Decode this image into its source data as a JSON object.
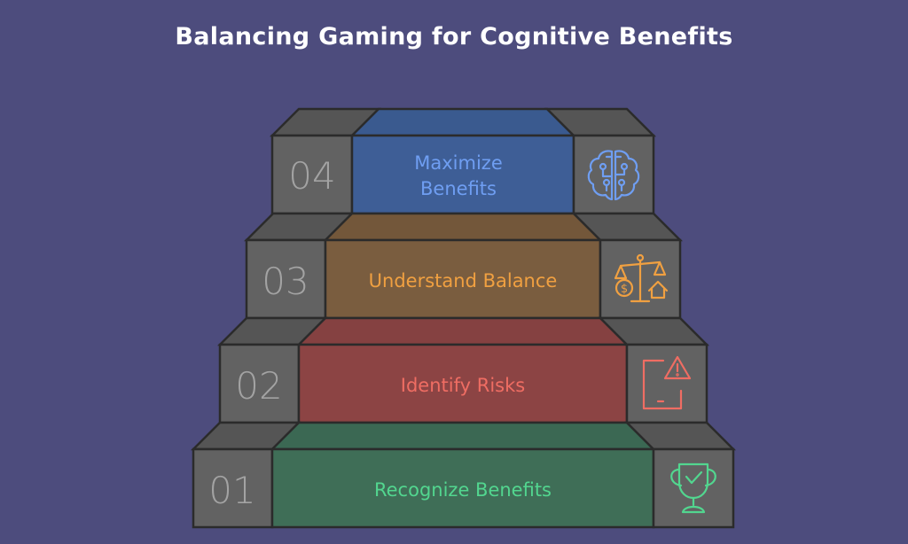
{
  "title": "Balancing Gaming for Cognitive Benefits",
  "colors": {
    "background": "#4d4c7d",
    "block_gray": "#626262",
    "block_top": "#5a5a5a",
    "outline": "#2b2b2b"
  },
  "steps": [
    {
      "number": "04",
      "label_lines": [
        "Maximize",
        "Benefits"
      ],
      "icon": "brain-circuit-icon",
      "fill": "#3e5e96",
      "top_fill": "#3a5a8f",
      "text_color": "#6f9ef2"
    },
    {
      "number": "03",
      "label_lines": [
        "Understand Balance"
      ],
      "icon": "balance-scale-icon",
      "fill": "#7a5d3f",
      "top_fill": "#73573a",
      "text_color": "#f0a041"
    },
    {
      "number": "02",
      "label_lines": [
        "Identify Risks"
      ],
      "icon": "tablet-warning-icon",
      "fill": "#8c4444",
      "top_fill": "#854141",
      "text_color": "#ef6d63"
    },
    {
      "number": "01",
      "label_lines": [
        "Recognize Benefits"
      ],
      "icon": "trophy-icon",
      "fill": "#3f6e57",
      "top_fill": "#3b6853",
      "text_color": "#52d68f"
    }
  ]
}
